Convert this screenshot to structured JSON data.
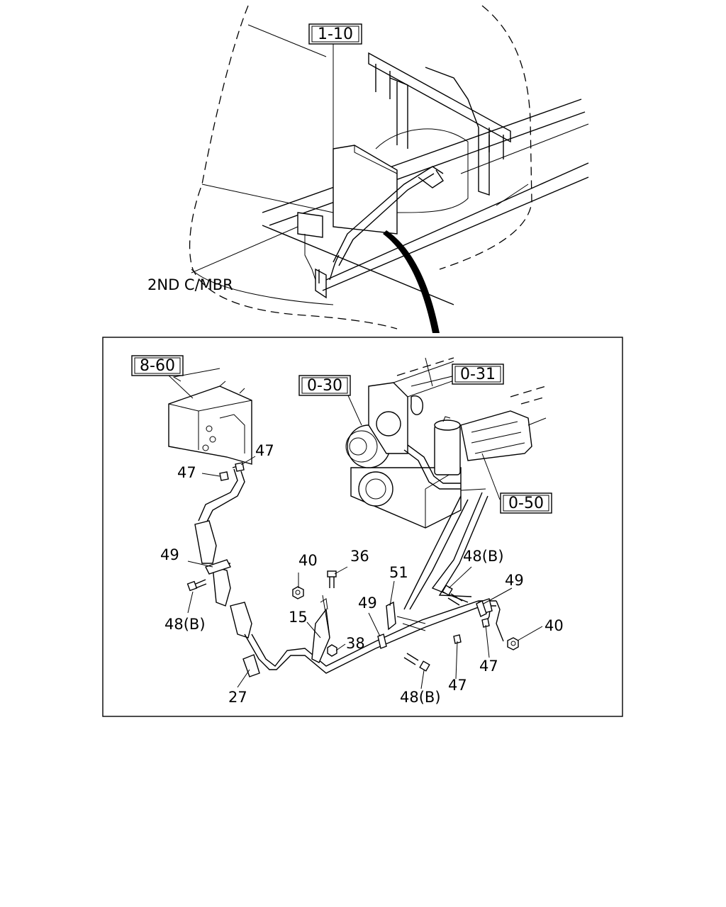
{
  "top_view": {
    "ref_box": "1-10",
    "member_label": "2ND C/MBR"
  },
  "detail_view": {
    "ref_boxes": [
      "8-60",
      "0-30",
      "0-31",
      "0-50"
    ],
    "callouts": {
      "c47_a": "47",
      "c47_b": "47",
      "c47_c": "47",
      "c47_d": "47",
      "c49_a": "49",
      "c49_b": "49",
      "c49_c": "49",
      "c48b_a": "48(B)",
      "c48b_b": "48(B)",
      "c48b_c": "48(B)",
      "c40_a": "40",
      "c40_b": "40",
      "c36": "36",
      "c51": "51",
      "c15": "15",
      "c38": "38",
      "c27": "27"
    }
  }
}
